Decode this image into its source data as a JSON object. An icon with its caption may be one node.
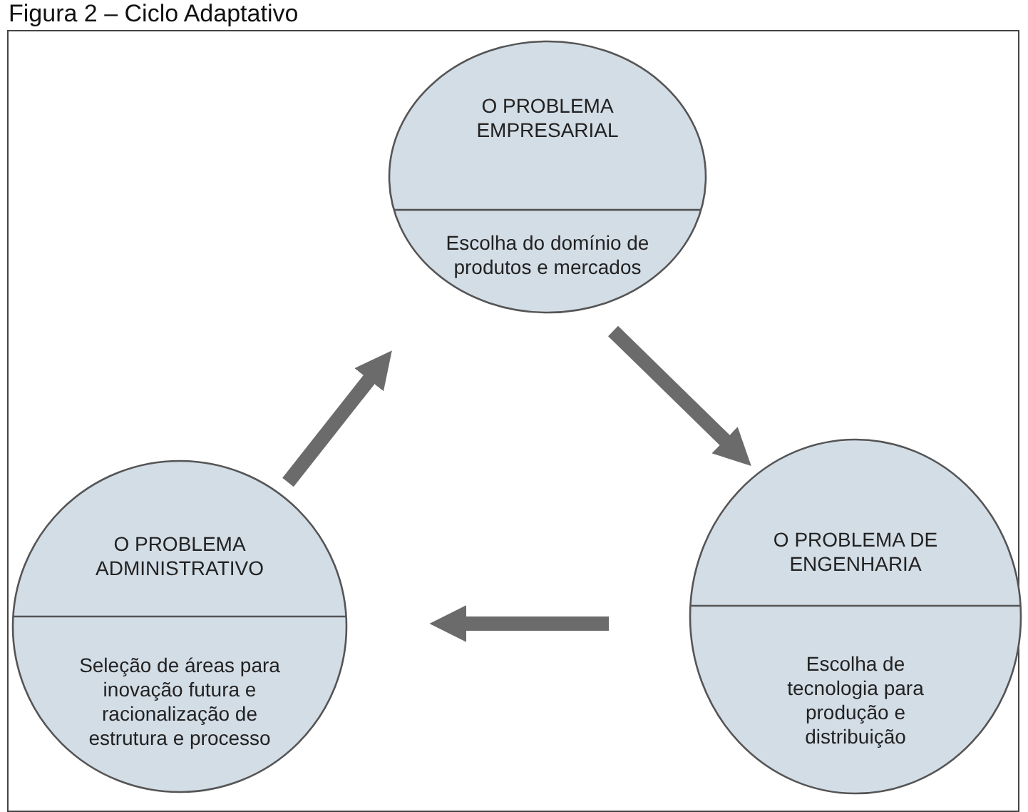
{
  "diagram": {
    "title": "Figura 2 – Ciclo Adaptativo",
    "nodes": [
      {
        "text": [
          "O PROBLEMA EMPRESARIAL",
          "Escolha do domínio de produtos e mercados"
        ]
      },
      {
        "text": [
          "O PROBLEMA DE ENGENHARIA",
          "Escolha de tecnologia para produção e distribuição"
        ]
      },
      {
        "text": [
          "O PROBLEMA ADMINISTRATIVO",
          "Seleção de áreas para inovação futura e racionalização de estrutura e processo"
        ]
      }
    ],
    "edges": [
      {
        "from": 0,
        "to": 1,
        "arrow": "to"
      },
      {
        "from": 1,
        "to": 2,
        "arrow": "to"
      },
      {
        "from": 2,
        "to": 0,
        "arrow": "to"
      }
    ]
  }
}
